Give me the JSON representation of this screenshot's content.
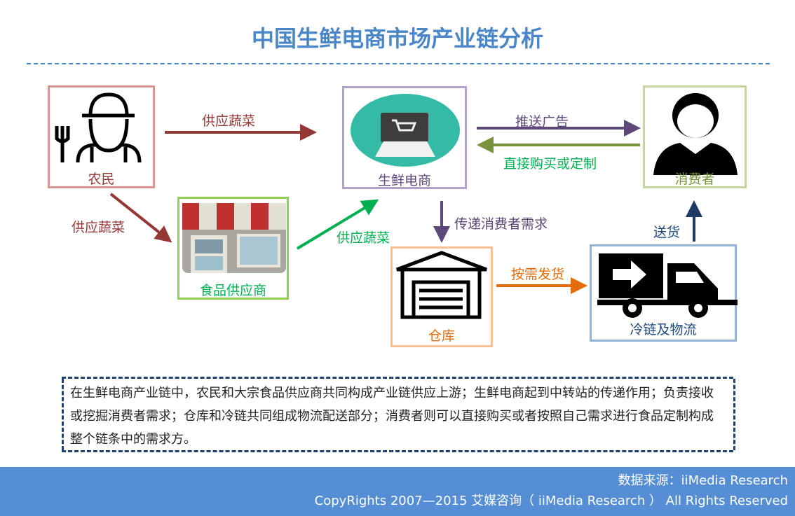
{
  "title": "中国生鲜电商市场产业链分析",
  "nodes": {
    "farmer": "农民",
    "supplier": "食品供应商",
    "ecommerce": "生鲜电商",
    "consumer": "消费者",
    "warehouse": "仓库",
    "logistics": "冷链及物流"
  },
  "edges": {
    "farmer_to_ecom": "供应蔬菜",
    "farmer_to_supplier": "供应蔬菜",
    "supplier_to_ecom": "供应蔬菜",
    "ecom_to_consumer": "推送广告",
    "consumer_to_ecom": "直接购买或定制",
    "ecom_to_warehouse": "传递消费者需求",
    "warehouse_to_logistics": "按需发货",
    "logistics_to_consumer": "送货"
  },
  "note": "在生鲜电商产业链中，农民和大宗食品供应商共同构成产业链供应上游；生鲜电商起到中转站的传递作用；负责接收或挖掘消费者需求；仓库和冷链共同组成物流配送部分；消费者则可以直接购买或者按照自己需求进行食品定制构成整个链条中的需求方。",
  "footer": {
    "source": "数据来源：iiMedia Research",
    "copyright": "CopyRights 2007—2015 艾媒咨询（ iiMedia Research ）  All Rights Reserved"
  }
}
